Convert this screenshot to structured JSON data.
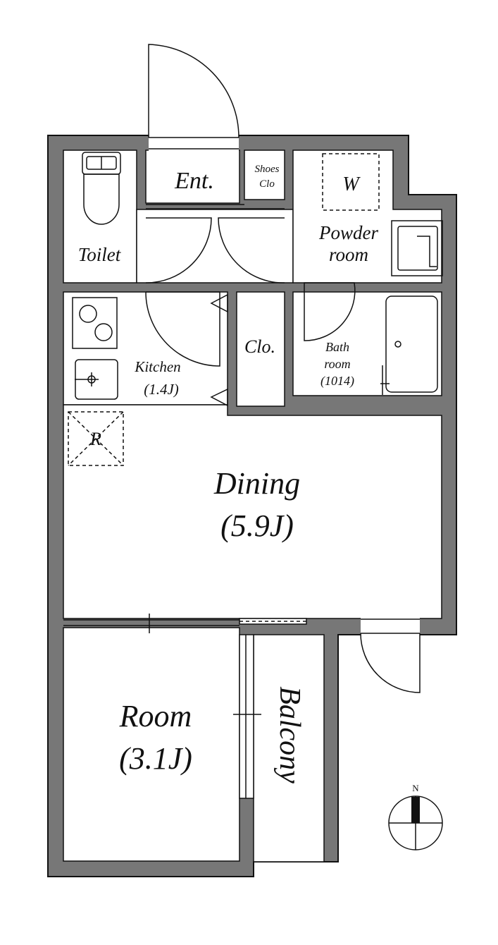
{
  "rooms": {
    "entrance": "Ent.",
    "shoes_1": "Shoes",
    "shoes_2": "Clo",
    "washer": "W",
    "powder_1": "Powder",
    "powder_2": "room",
    "toilet": "Toilet",
    "kitchen": "Kitchen",
    "kitchen_size": "(1.4J)",
    "closet": "Clo.",
    "bath_1": "Bath",
    "bath_2": "room",
    "bath_3": "(1014)",
    "fridge": "R",
    "dining": "Dining",
    "dining_size": "(5.9J)",
    "room": "Room",
    "room_size": "(3.1J)",
    "balcony": "Balcony"
  },
  "compass": {
    "north": "N"
  },
  "colors": {
    "wall": "#777777",
    "line": "#111111",
    "background": "#ffffff"
  }
}
